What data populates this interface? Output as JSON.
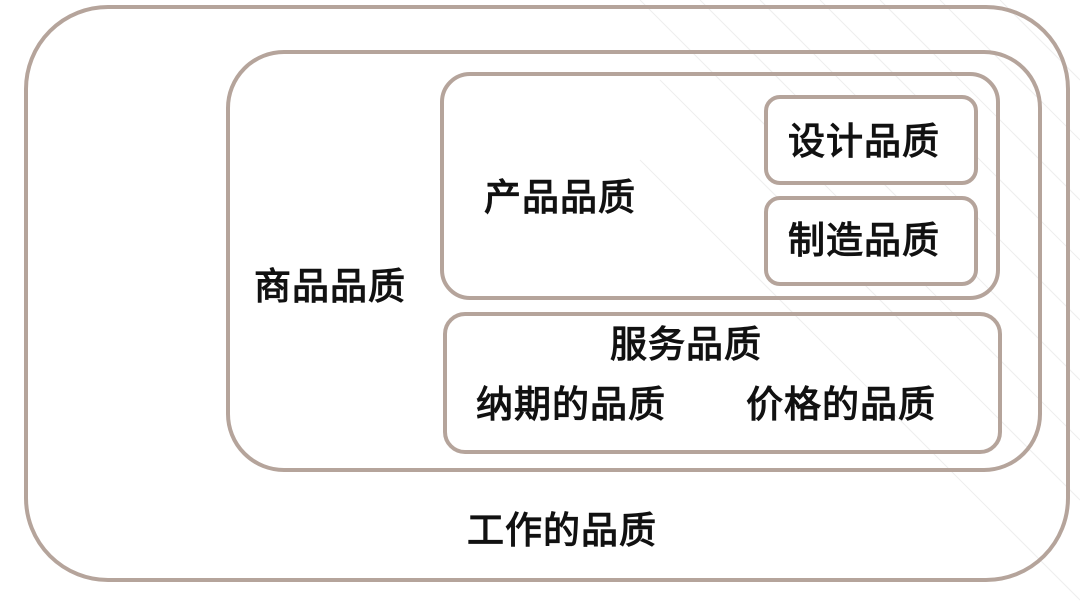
{
  "diagram": {
    "work_quality": "工作的品质",
    "goods_quality": "商品品质",
    "product_quality": "产品品质",
    "design_quality": "设计品质",
    "manufacturing_quality": "制造品质",
    "service_quality": "服务品质",
    "delivery_quality": "纳期的品质",
    "price_quality": "价格的品质"
  },
  "colors": {
    "border": "#b5a49b",
    "text": "#111111",
    "background_lines": "#eeeeee"
  }
}
